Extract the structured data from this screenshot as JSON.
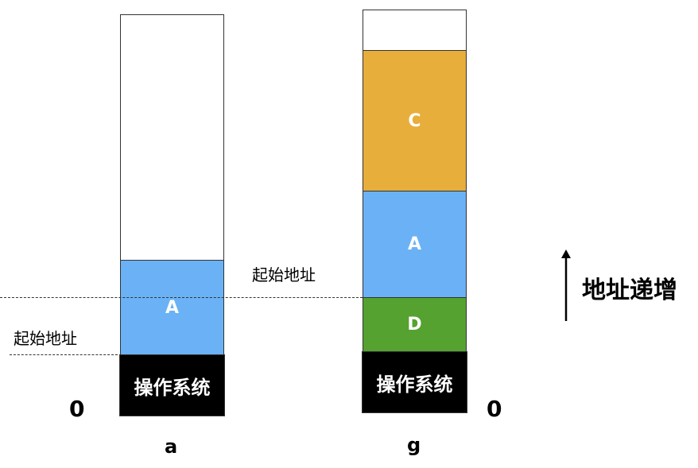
{
  "colors": {
    "process_a": "#6ab2f5",
    "process_c": "#e8ae3c",
    "process_d": "#55a231",
    "os": "#000000"
  },
  "column_a": {
    "caption": "a",
    "os_label": "操作系统",
    "block_a": "A",
    "zero": "0",
    "start_label": "起始地址"
  },
  "column_g": {
    "caption": "g",
    "os_label": "操作系统",
    "block_c": "C",
    "block_a": "A",
    "block_d": "D",
    "zero": "0",
    "start_label": "起始地址"
  },
  "legend": {
    "direction_label": "地址递增"
  }
}
